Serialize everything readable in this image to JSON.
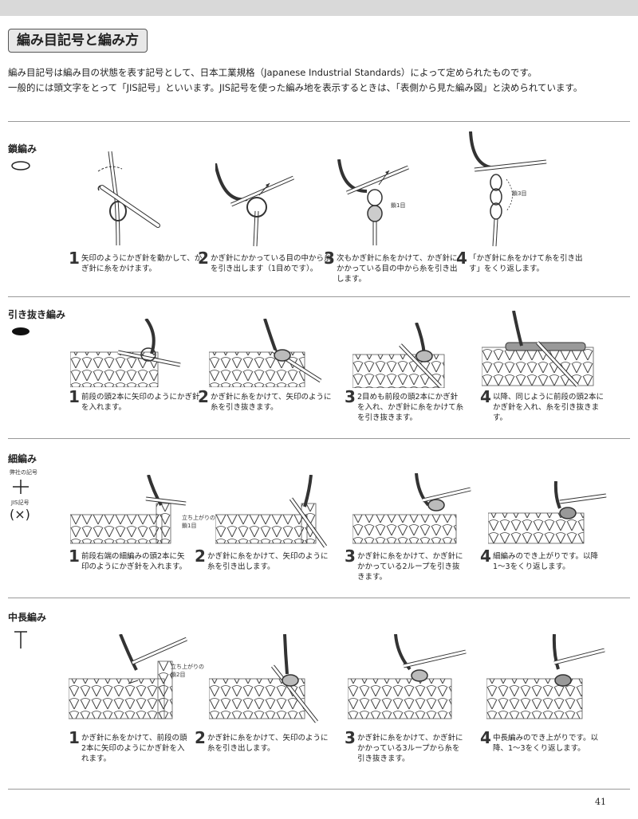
{
  "page_title": "編み目記号と編み方",
  "intro": [
    "編み目記号は編み目の状態を表す記号として、日本工業規格（Japanese Industrial Standards）によって定められたものです。",
    "一般的には頭文字をとって「JIS記号」といいます。JIS記号を使った編み地を表示するときは、「表側から見た編み図」と決められています。"
  ],
  "sections": [
    {
      "title": "鎖編み",
      "steps": [
        {
          "num": "1",
          "text": "矢印のようにかぎ針を動かして、かぎ針に糸をかけます。"
        },
        {
          "num": "2",
          "text": "かぎ針にかかっている目の中から糸を引き出します（1目めです）。"
        },
        {
          "num": "3",
          "text": "次もかぎ針に糸をかけて、かぎ針にかかっている目の中から糸を引き出します。"
        },
        {
          "num": "4",
          "text": "「かぎ針に糸をかけて糸を引き出す」をくり返します。"
        }
      ],
      "labels": {
        "chain1": "鎖1目",
        "chain3": "鎖3目"
      }
    },
    {
      "title": "引き抜き編み",
      "steps": [
        {
          "num": "1",
          "text": "前段の頭2本に矢印のようにかぎ針を入れます。"
        },
        {
          "num": "2",
          "text": "かぎ針に糸をかけて、矢印のように糸を引き抜きます。"
        },
        {
          "num": "3",
          "text": "2目めも前段の頭2本にかぎ針を入れ、かぎ針に糸をかけて糸を引き抜きます。"
        },
        {
          "num": "4",
          "text": "以降、同じように前段の頭2本にかぎ針を入れ、糸を引き抜きます。"
        }
      ]
    },
    {
      "title": "細編み",
      "symbol_note": "弊社の記号",
      "jis_note": "JIS記号",
      "alt_symbol": "(×)",
      "steps": [
        {
          "num": "1",
          "text": "前段右端の細編みの頭2本に矢印のようにかぎ針を入れます。"
        },
        {
          "num": "2",
          "text": "かぎ針に糸をかけて、矢印のように糸を引き出します。"
        },
        {
          "num": "3",
          "text": "かぎ針に糸をかけて、かぎ針にかかっている2ループを引き抜きます。"
        },
        {
          "num": "4",
          "text": "細編みのでき上がりです。以降 1〜3をくり返します。"
        }
      ],
      "labels": {
        "tachiagari": "立ち上がりの鎖1目"
      }
    },
    {
      "title": "中長編み",
      "steps": [
        {
          "num": "1",
          "text": "かぎ針に糸をかけて、前段の頭2本に矢印のようにかぎ針を入れます。"
        },
        {
          "num": "2",
          "text": "かぎ針に糸をかけて、矢印のように糸を引き出します。"
        },
        {
          "num": "3",
          "text": "かぎ針に糸をかけて、かぎ針にかかっている3ループから糸を引き抜きます。"
        },
        {
          "num": "4",
          "text": "中長編みのでき上がりです。以降、1〜3をくり返します。"
        }
      ],
      "labels": {
        "tachiagari": "立ち上がりの鎖2目"
      }
    }
  ],
  "page_number": "41"
}
